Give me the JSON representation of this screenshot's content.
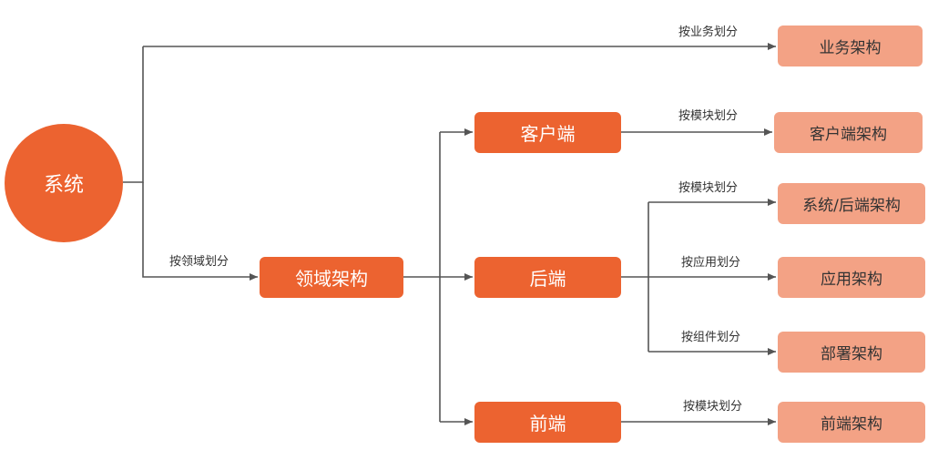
{
  "colors": {
    "primary_node": "#EC6330",
    "leaf_node": "#F3A285",
    "edge": "#555555"
  },
  "nodes": {
    "system": "系统",
    "business_arch": "业务架构",
    "domain_arch": "领域架构",
    "client": "客户端",
    "backend": "后端",
    "frontend": "前端",
    "client_arch": "客户端架构",
    "system_backend_arch": "系统/后端架构",
    "app_arch": "应用架构",
    "deploy_arch": "部署架构",
    "frontend_arch": "前端架构"
  },
  "edge_labels": {
    "by_business": "按业务划分",
    "by_domain": "按领域划分",
    "client_by_module": "按模块划分",
    "backend_by_module": "按模块划分",
    "by_application": "按应用划分",
    "by_component": "按组件划分",
    "frontend_by_module": "按模块划分"
  }
}
